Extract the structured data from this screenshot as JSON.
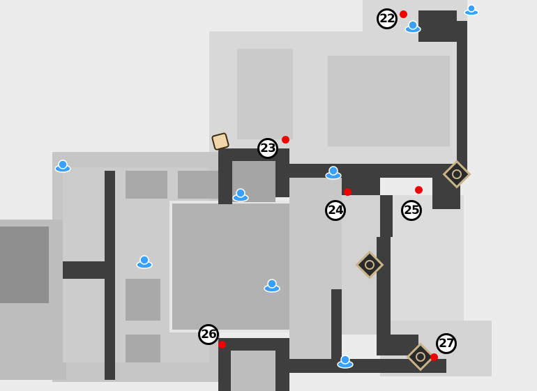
{
  "map": {
    "title": "Area map",
    "waypoints": [
      {
        "label": "22",
        "dot": true
      },
      {
        "label": "23",
        "dot": true
      },
      {
        "label": "24",
        "dot": true
      },
      {
        "label": "25",
        "dot": true
      },
      {
        "label": "26",
        "dot": true
      },
      {
        "label": "27",
        "dot": true
      }
    ],
    "icons": {
      "teleport": "teleport-anchor-icon",
      "quest": "quest-diamond-icon",
      "puzzle": "puzzle-piece-icon"
    },
    "colors": {
      "background": "#ececec",
      "floor": "#cfcfcf",
      "corridor": "#3e3e3e",
      "marker": "#f00000",
      "teleport": "#3aa0ff",
      "quest": "#c9b48a"
    }
  }
}
